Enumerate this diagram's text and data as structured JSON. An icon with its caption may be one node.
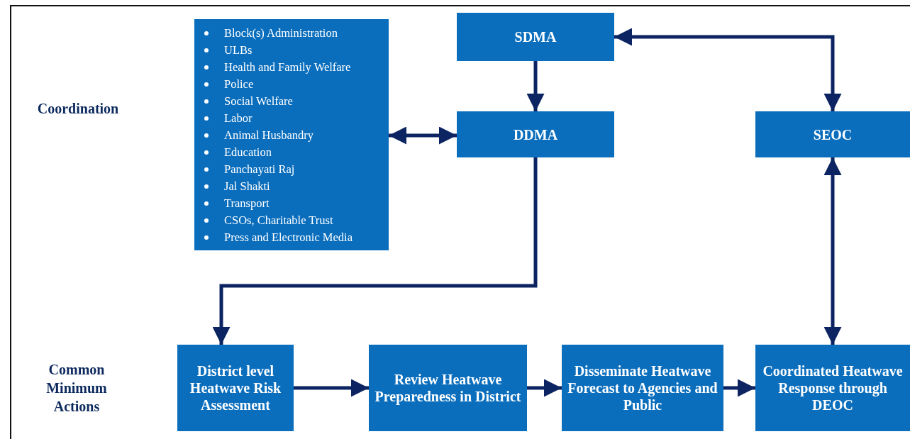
{
  "diagram": {
    "nodes": [
      {
        "text": [
          "Block(s) Administration",
          "ULBs",
          "Health and Family Welfare",
          "Police",
          "Social Welfare",
          "Labor",
          "Animal Husbandry",
          "Education",
          "Panchayati Raj",
          "Jal Shakti",
          "Transport",
          "CSOs, Charitable Trust",
          "Press and Electronic Media"
        ]
      },
      {
        "text": [
          "SDMA"
        ]
      },
      {
        "text": [
          "DDMA"
        ]
      },
      {
        "text": [
          "SEOC"
        ]
      },
      {
        "text": [
          "District level Heatwave Risk Assessment"
        ]
      },
      {
        "text": [
          "Review Heatwave Preparedness in District"
        ]
      },
      {
        "text": [
          "Disseminate Heatwave Forecast to Agencies and Public"
        ]
      },
      {
        "text": [
          "Coordinated Heatwave Response through DEOC"
        ]
      }
    ],
    "edges": [
      {
        "from": 3,
        "to": 1,
        "arrow": "both"
      },
      {
        "from": 1,
        "to": 2,
        "arrow": "to"
      },
      {
        "from": 0,
        "to": 2,
        "arrow": "both"
      },
      {
        "from": 2,
        "to": 4,
        "arrow": "to"
      },
      {
        "from": 4,
        "to": 5,
        "arrow": "to"
      },
      {
        "from": 5,
        "to": 6,
        "arrow": "to"
      },
      {
        "from": 6,
        "to": 7,
        "arrow": "to"
      },
      {
        "from": 7,
        "to": 3,
        "arrow": "both"
      }
    ],
    "labels": [
      "Coordination",
      "Common Minimum Actions"
    ]
  }
}
